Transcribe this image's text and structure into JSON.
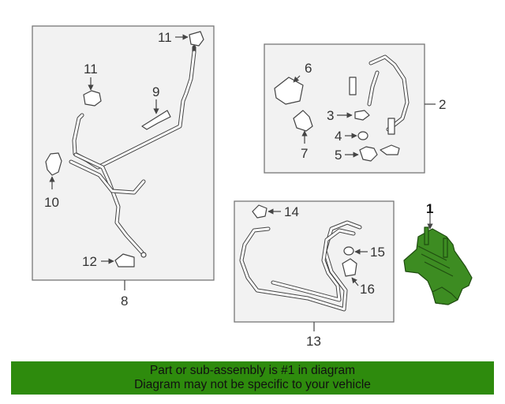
{
  "diagram": {
    "callouts": {
      "c1": "1",
      "c2": "2",
      "c3": "3",
      "c4": "4",
      "c5": "5",
      "c6": "6",
      "c7": "7",
      "c8": "8",
      "c9": "9",
      "c10": "10",
      "c11a": "11",
      "c11b": "11",
      "c12": "12",
      "c13": "13",
      "c14": "14",
      "c15": "15",
      "c16": "16"
    },
    "highlight_color": "#3d8c22"
  },
  "footer": {
    "line1": "Part or sub-assembly is #1 in diagram",
    "line2": "Diagram may not be specific to your vehicle",
    "background": "#2e8b0d"
  }
}
